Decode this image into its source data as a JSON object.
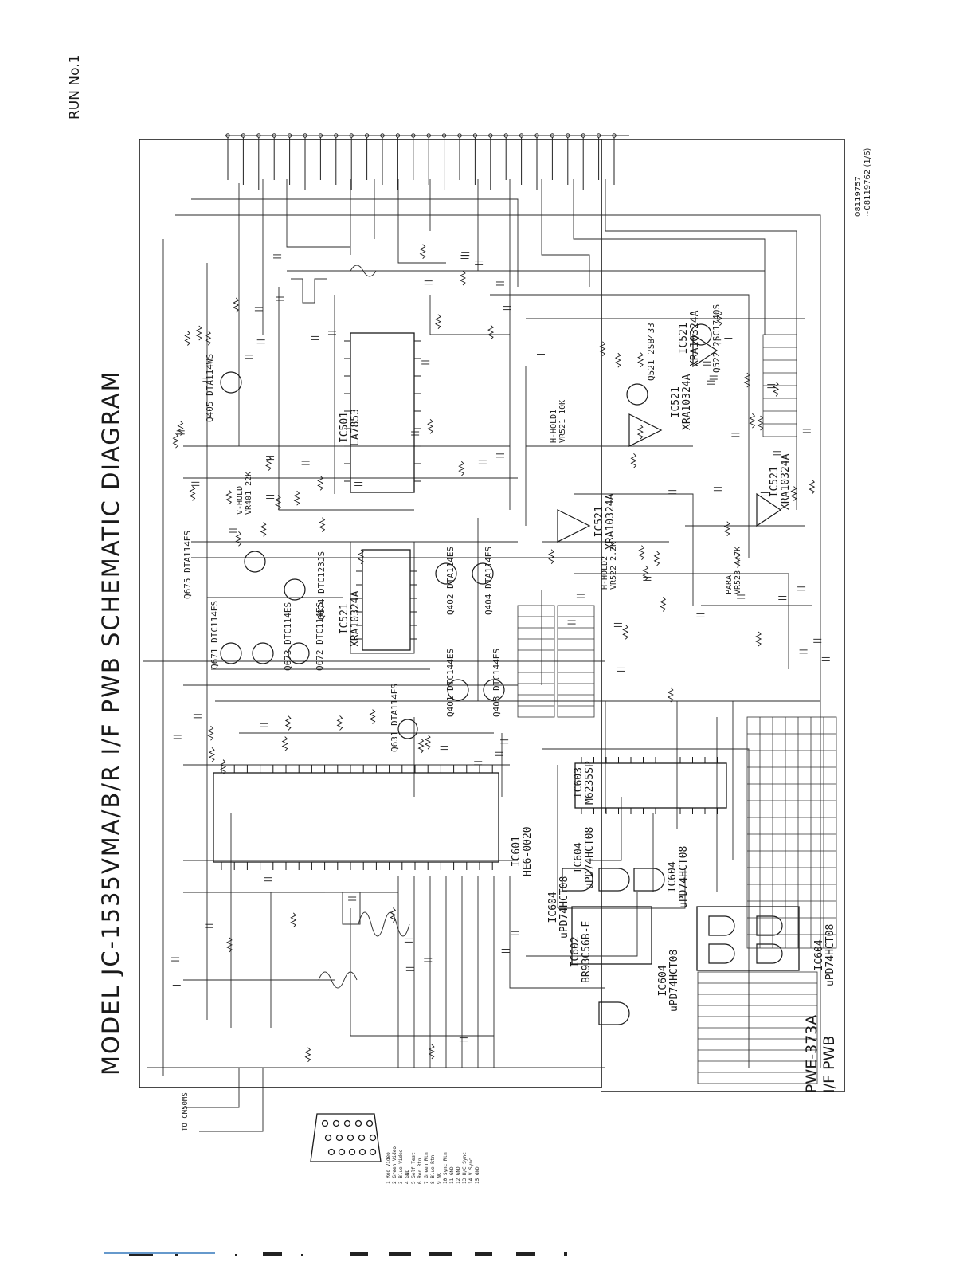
{
  "run_label": "RUN No.1",
  "title": "MODEL JC-1535VMA/B/R I/F PWB SCHEMATIC DIAGRAM",
  "doc_number": [
    "08119757",
    "~08119762 (1/6)"
  ],
  "board": [
    "PWE-373A",
    "I/F PWB"
  ],
  "ics": [
    {
      "ref": "IC501",
      "part": "LA7853"
    },
    {
      "ref": "IC601",
      "part": "HE6-0020"
    },
    {
      "ref": "IC602",
      "part": "BR93C56B-E"
    },
    {
      "ref": "IC603",
      "part": "M6235SP"
    },
    {
      "ref": "IC604",
      "part": "uPD74HCT08"
    },
    {
      "ref": "IC604",
      "part": "uPD74HCT08"
    },
    {
      "ref": "IC604",
      "part": "uPD74HCT08"
    },
    {
      "ref": "IC604",
      "part": "uPD74HCT08"
    },
    {
      "ref": "IC604",
      "part": "uPD74HCT08"
    },
    {
      "ref": "IC521",
      "part": "XRA10324A"
    },
    {
      "ref": "IC521",
      "part": "XRA10324A"
    },
    {
      "ref": "IC521",
      "part": "XRA10324A"
    },
    {
      "ref": "IC521",
      "part": "XRA10324A"
    },
    {
      "ref": "IC521",
      "part": "XRA10324A"
    }
  ],
  "transistors": [
    {
      "ref": "Q405",
      "part": "DTA114WS"
    },
    {
      "ref": "Q401",
      "part": "DTC144ES"
    },
    {
      "ref": "Q402",
      "part": "DTA114ES"
    },
    {
      "ref": "Q403",
      "part": "DTC144ES"
    },
    {
      "ref": "Q404",
      "part": "DTA114ES"
    },
    {
      "ref": "Q671",
      "part": "DTC114ES"
    },
    {
      "ref": "Q672",
      "part": "DTC114ES"
    },
    {
      "ref": "Q673",
      "part": "DTC114ES"
    },
    {
      "ref": "Q674",
      "part": "DTC123JS"
    },
    {
      "ref": "Q675",
      "part": "DTA114ES"
    },
    {
      "ref": "Q631",
      "part": "DTA114ES"
    },
    {
      "ref": "Q521",
      "part": "2SB433"
    },
    {
      "ref": "Q522",
      "part": "2SC1740S"
    }
  ],
  "controls": [
    {
      "label": "V-HOLD",
      "ref": "VR401",
      "value": "22K"
    },
    {
      "label": "H-HOLD1",
      "ref": "VR521",
      "value": "10K"
    },
    {
      "label": "H-HOLD2",
      "ref": "VR522",
      "value": "2.2K"
    },
    {
      "label": "PARA",
      "ref": "VR523",
      "value": "4.7K"
    }
  ],
  "connector_pins": [
    "1 Red Video",
    "2 Green Video",
    "3 Blue Video",
    "4 GND",
    "5 Self Test",
    "6 Red Rtn",
    "7 Green Rtn",
    "8 Blue Rtn",
    "9 NC",
    "10 Sync Rtn",
    "11 GND",
    "12 GND",
    "13 H/C Sync",
    "14 V Sync",
    "15 GND"
  ],
  "connector_note": "TO CM50MS"
}
